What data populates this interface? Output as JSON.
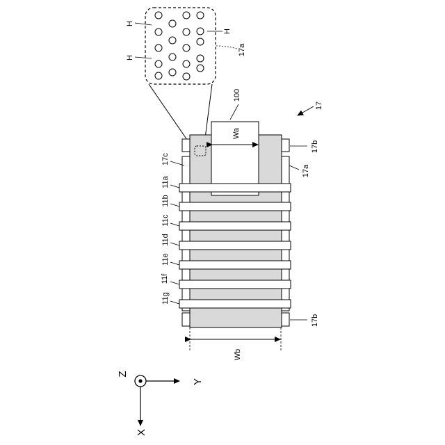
{
  "figure": {
    "assembly_ref": "17",
    "belt_ref": "17a",
    "belt_ref_inset": "17a",
    "pulley_ref_top": "17b",
    "pulley_ref_bottom": "17b",
    "belt_edge_ref": "17c",
    "object_ref": "100",
    "width_object_label": "Wa",
    "width_belt_label": "Wb",
    "hole_label": "H",
    "rollers": [
      "11a",
      "11b",
      "11c",
      "11d",
      "11e",
      "11f",
      "11g"
    ]
  },
  "axes": {
    "z": "Z",
    "y": "Y",
    "x": "X"
  }
}
